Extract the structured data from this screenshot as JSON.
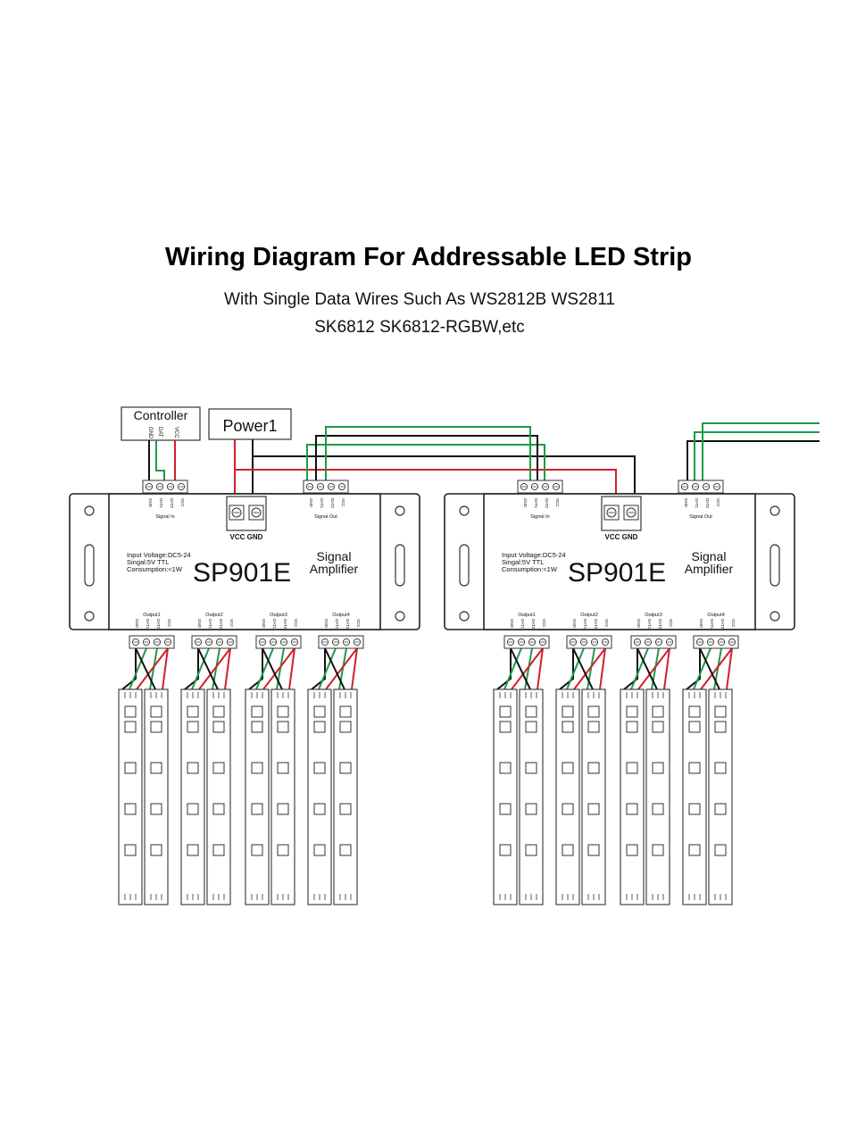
{
  "title": "Wiring Diagram For Addressable LED Strip",
  "subtitle_line1": "With Single Data Wires Such As WS2812B WS2811",
  "subtitle_line2": "SK6812 SK6812-RGBW,etc",
  "controller": {
    "label": "Controller",
    "pins": [
      "GND",
      "DAT",
      "VCC"
    ]
  },
  "power": {
    "label": "Power1"
  },
  "colors": {
    "vcc_wire": "#d0202a",
    "gnd_wire": "#111111",
    "data_wire": "#1f9a4a",
    "outline": "#222222"
  },
  "amplifier": {
    "model": "SP901E",
    "name_line1": "Signal",
    "name_line2": "Amplifier",
    "spec_voltage": "Input Voltage:DC5-24",
    "spec_signal": "Singal:5V TTL",
    "spec_consumption": "Consumption:<1W",
    "power_terminal": "VCC GND",
    "signal_in_label": "Signal In",
    "signal_out_label": "Signal Out",
    "signal_in_pins": [
      "GND",
      "DAT1",
      "DAT2",
      "VCC"
    ],
    "signal_out_pins": [
      "GND",
      "DAT1",
      "DAT2",
      "VCC"
    ],
    "output_pins": [
      "GND",
      "DAT1",
      "DAT2",
      "VCC"
    ],
    "outputs": [
      "Output1",
      "Output2",
      "Output3",
      "Output4"
    ]
  }
}
